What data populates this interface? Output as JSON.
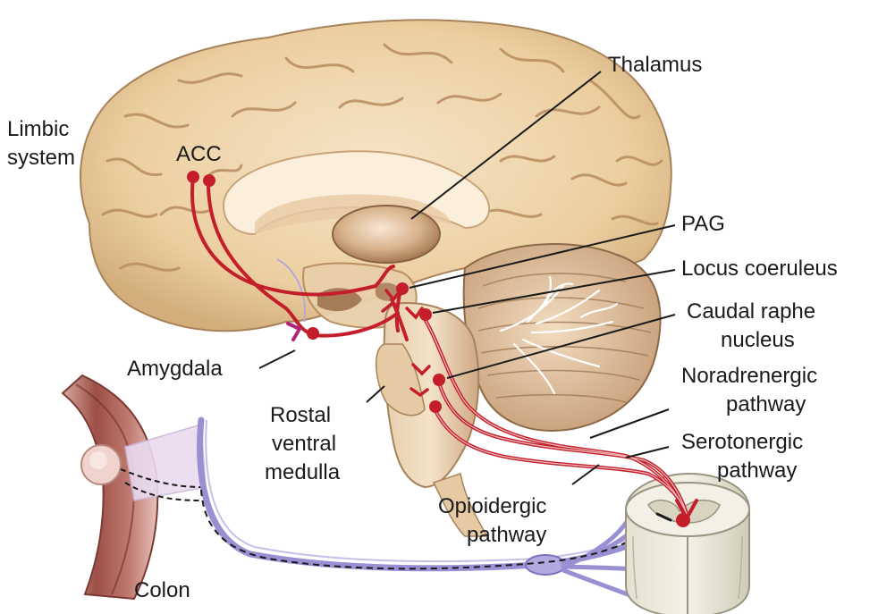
{
  "labels": {
    "limbic_line1": "Limbic",
    "limbic_line2": "system",
    "acc": "ACC",
    "thalamus": "Thalamus",
    "pag": "PAG",
    "locus": "Locus coeruleus",
    "caudal_line1": "Caudal raphe",
    "caudal_line2": "nucleus",
    "noradrenergic_line1": "Noradrenergic",
    "noradrenergic_line2": "pathway",
    "serotonergic_line1": "Serotonergic",
    "serotonergic_line2": "pathway",
    "amygdala": "Amygdala",
    "rostal_line1": "Rostal",
    "rostal_line2": "ventral",
    "rostal_line3": "medulla",
    "opioidergic_line1": "Opioidergic",
    "opioidergic_line2": "pathway",
    "colon": "Colon"
  },
  "colors": {
    "pathway_red": "#c41e2a",
    "afferent_purple": "#9b8fd4",
    "brain_tan": "#f0d9b5",
    "brain_shadow": "#c9a47a",
    "colon_red": "#a0524a",
    "amygdala_magenta": "#b0267a"
  }
}
